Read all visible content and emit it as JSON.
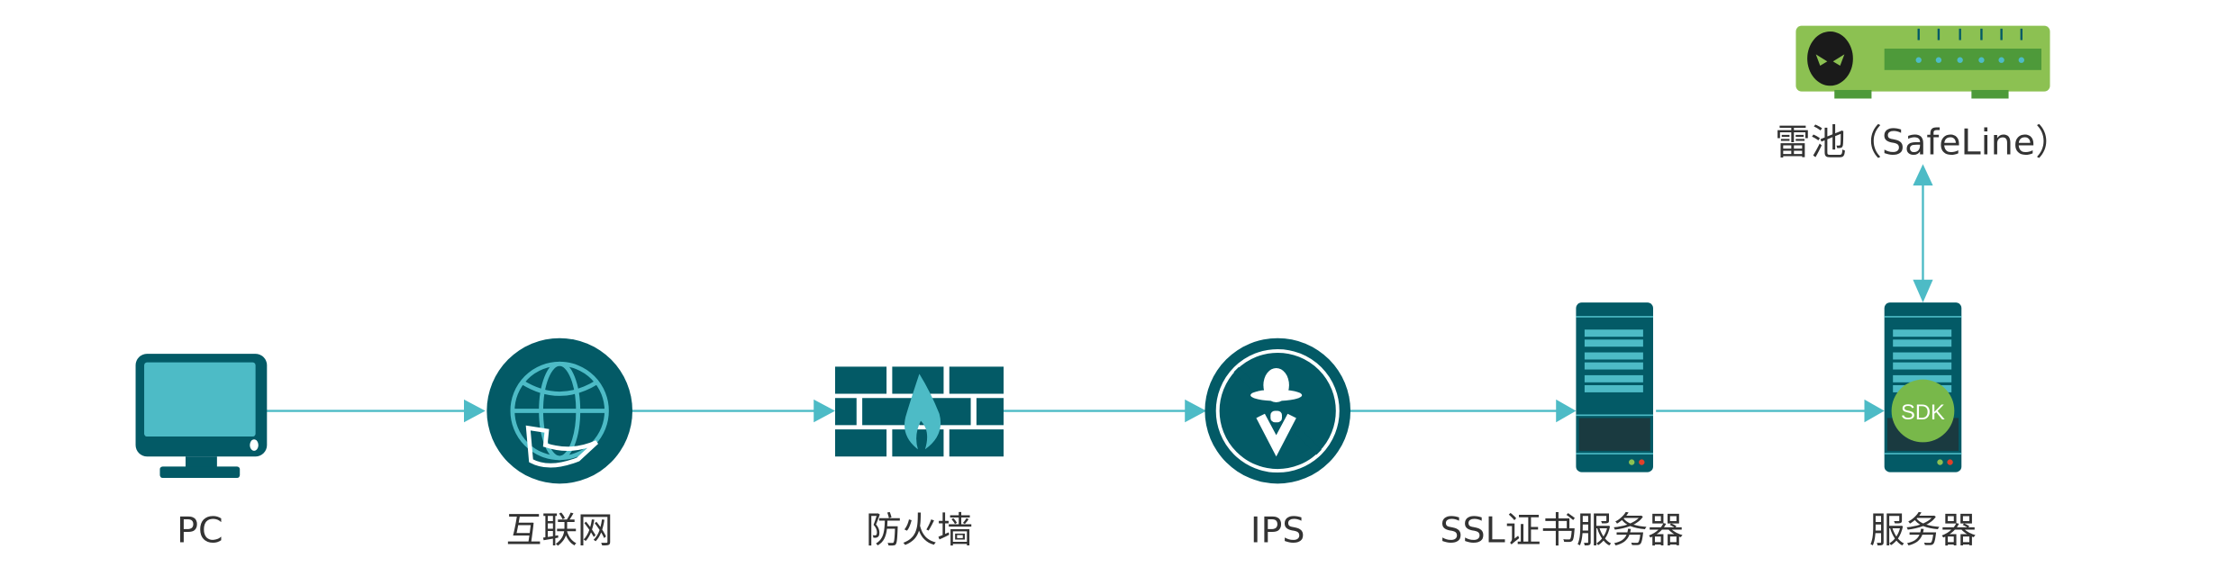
{
  "nodes": {
    "pc": "PC",
    "internet": "互联网",
    "firewall": "防火墙",
    "ips": "IPS",
    "ssl_server": "SSL证书服务器",
    "server": "服务器",
    "safeline": "雷池（SafeLine）",
    "sdk_badge": "SDK"
  },
  "colors": {
    "dark_teal": "#035a66",
    "light_teal": "#4dbbc6",
    "green": "#8cc152",
    "dark_green": "#4e9a3a",
    "text": "#333333"
  }
}
